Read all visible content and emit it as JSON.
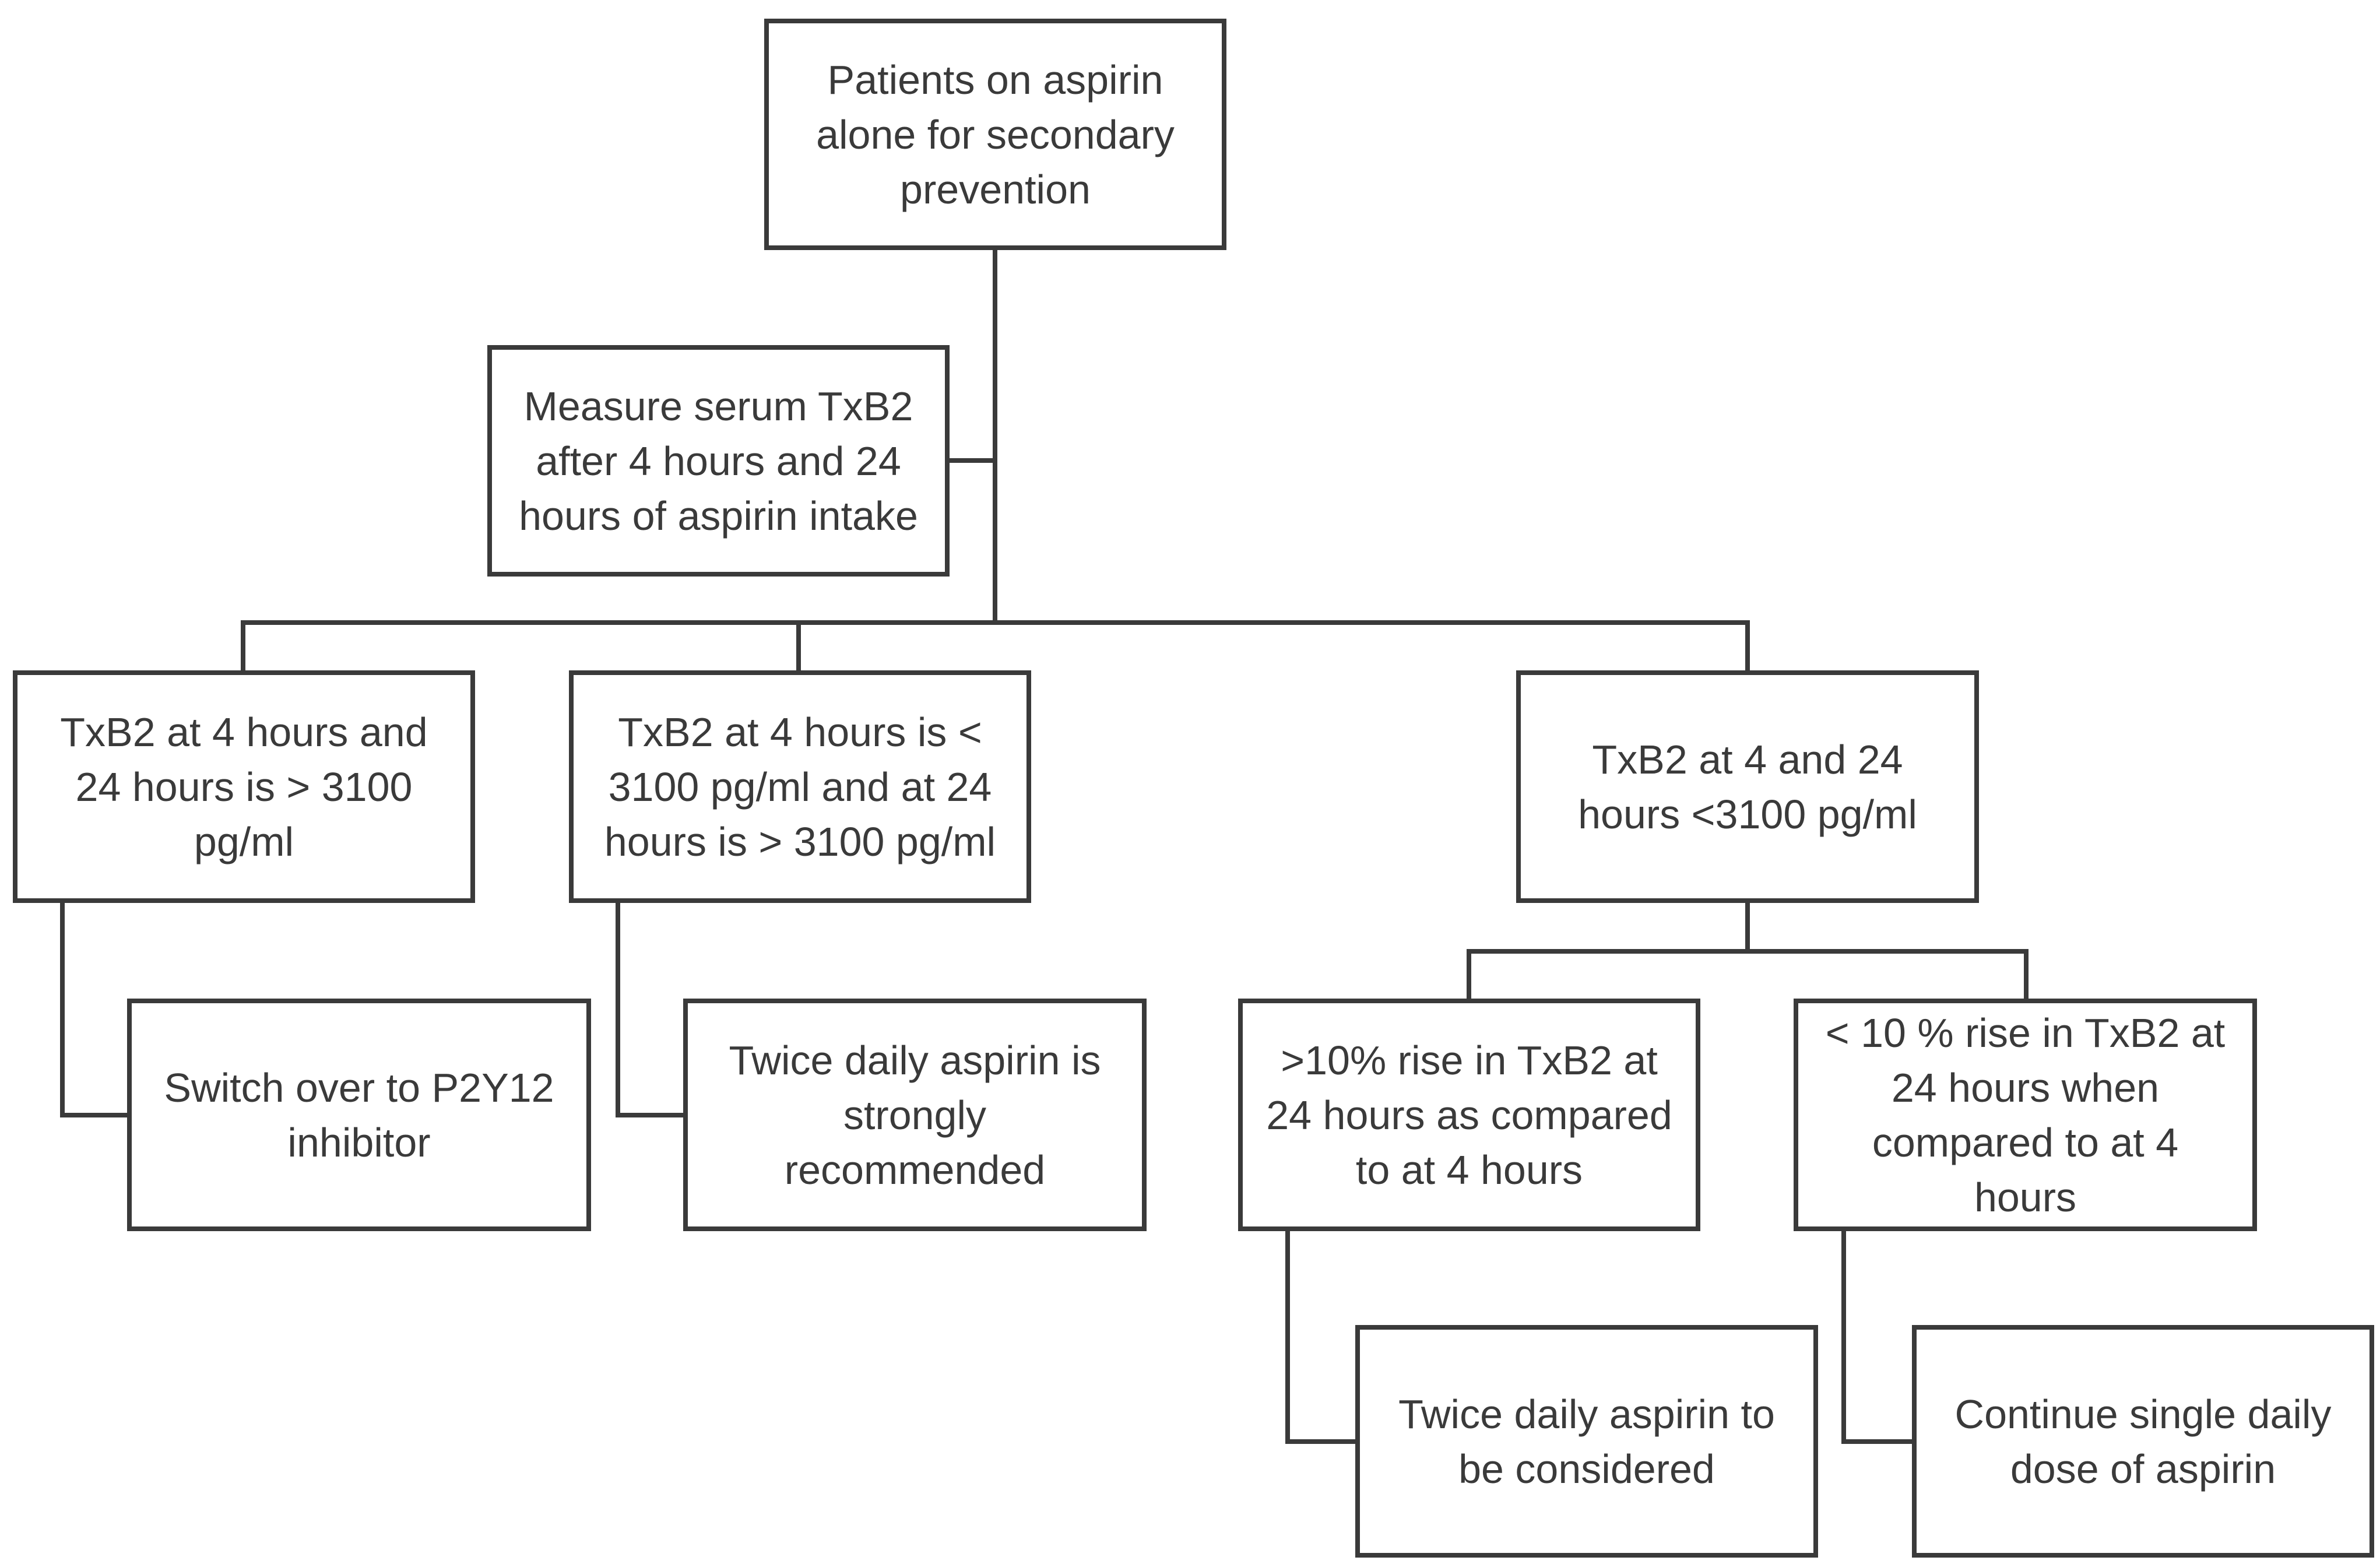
{
  "flowchart": {
    "root": "Patients on aspirin\nalone for secondary\nprevention",
    "measure": "Measure serum TxB2\nafter 4 hours and 24\nhours of aspirin intake",
    "branch_high_both": "TxB2 at 4 hours and\n24 hours is > 3100\npg/ml",
    "branch_rise_24h": "TxB2 at 4 hours is <\n3100 pg/ml and at 24\nhours is > 3100 pg/ml",
    "branch_low_both": "TxB2 at 4 and 24\nhours <3100 pg/ml",
    "action_p2y12": "Switch over to P2Y12\ninhibitor",
    "action_twice_strong": "Twice daily aspirin is\nstrongly\nrecommended",
    "sub_rise_over_10": ">10% rise in TxB2 at\n24 hours as compared\nto at 4 hours",
    "sub_rise_under_10": "< 10 % rise in TxB2 at\n24 hours when\ncompared to at 4\nhours",
    "action_twice_consider": "Twice daily aspirin to\nbe considered",
    "action_single_daily": "Continue single daily\ndose of aspirin"
  }
}
